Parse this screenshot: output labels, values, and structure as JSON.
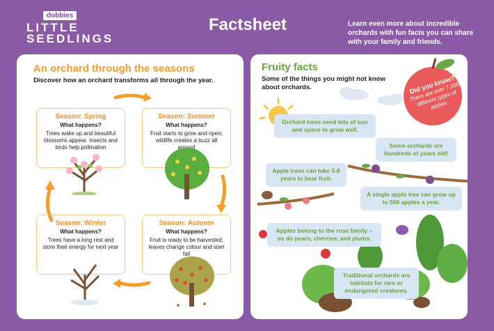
{
  "header": {
    "brand_small": "dobbies",
    "brand_line1": "LITTLE",
    "brand_line2": "SEEDLINGS",
    "title": "Factsheet",
    "intro": "Learn even more about incredible orchards with fun facts you can share with your family and friends."
  },
  "left": {
    "heading": "An orchard through the seasons",
    "subheading": "Discover how an orchard transforms all through the year.",
    "seasons": [
      {
        "title": "Season: Spring",
        "question": "What happens?",
        "text": "Trees wake up and beautiful blossoms appear. Insects and birds help pollination"
      },
      {
        "title": "Season: Summer",
        "question": "What happens?",
        "text": "Fruit starts to grow and ripen; wildlife creates a buzz all around"
      },
      {
        "title": "Season: Winter",
        "question": "What happens?",
        "text": "Trees have a long rest and store their energy for next year"
      },
      {
        "title": "Season: Autumn",
        "question": "What happens?",
        "text": "Fruit is ready to be harvested; leaves change colour and start fall"
      }
    ]
  },
  "right": {
    "heading": "Fruity facts",
    "subheading": "Some of the things you might not know about orchards.",
    "badge_title": "Did you know?",
    "badge_text": "There are over 7,500 different types of apples",
    "facts": [
      "Orchard trees need lots of sun and space to grow well.",
      "Some orchards are hundreds of years old!",
      "Apple trees can take 5-8 years to bear fruit.",
      "A single apple tree can grow up to 500 apples a year.",
      "Apples belong to the rose family – so do pears, cherries, and plums.",
      "Traditional orchards are habitats for rare or endangered creatures."
    ]
  },
  "colors": {
    "purple": "#8a5aa6",
    "orange": "#f29d2c",
    "green": "#69a53a",
    "fact_bg": "#d8e5f2",
    "badge": "#e95b5b"
  }
}
